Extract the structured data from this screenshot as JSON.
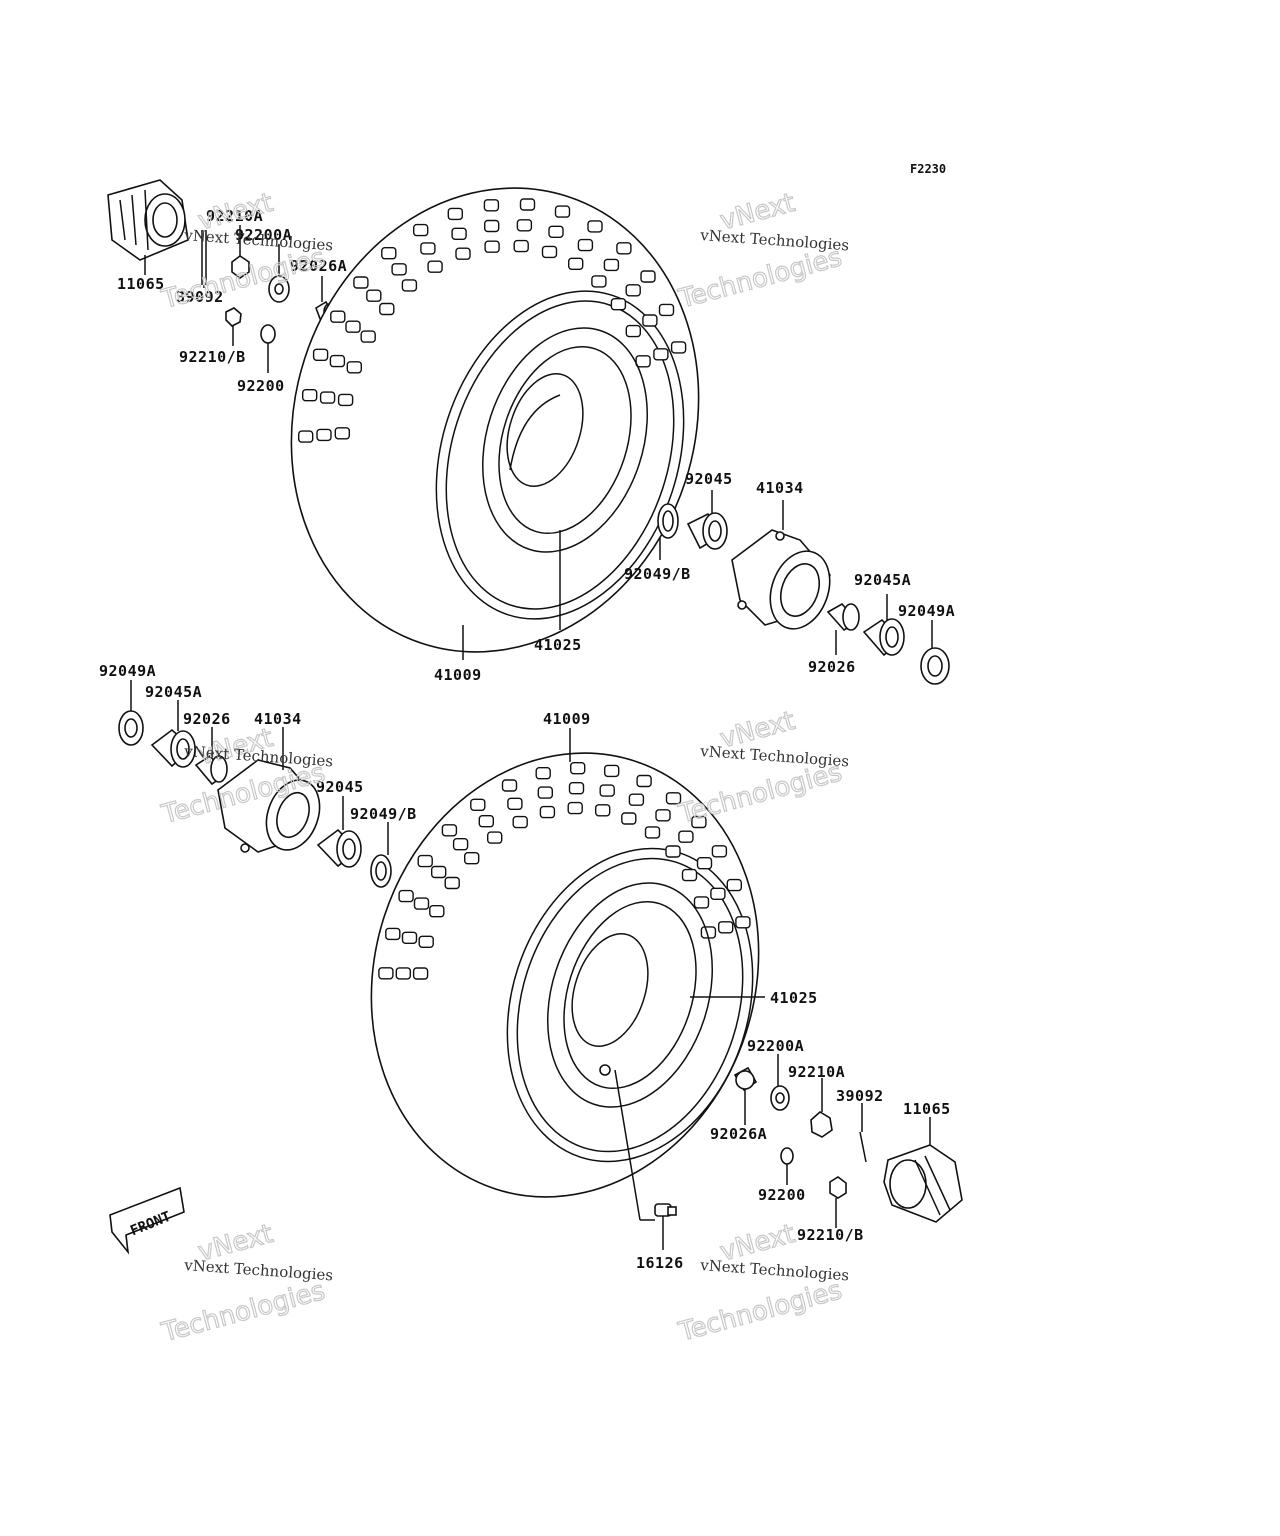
{
  "diagram_code": "F2230",
  "front_label": "FRONT",
  "watermark": {
    "line1": "vNext Technologies",
    "line2a": "vNext",
    "line2b": "Technologies"
  },
  "labels": {
    "upper": {
      "p11065": "11065",
      "p39092": "39092",
      "p92210A": "92210A",
      "p92200A": "92200A",
      "p92026A": "92026A",
      "p92210B": "92210/B",
      "p92200": "92200",
      "p41009": "41009",
      "p41025": "41025",
      "p92045": "92045",
      "p41034": "41034",
      "p92049B": "92049/B",
      "p92045A": "92045A",
      "p92049A": "92049A",
      "p92026": "92026"
    },
    "lower": {
      "p92049A": "92049A",
      "p92045A": "92045A",
      "p92026": "92026",
      "p41034": "41034",
      "p92045": "92045",
      "p92049B": "92049/B",
      "p41009": "41009",
      "p41025": "41025",
      "p92200A": "92200A",
      "p92210A": "92210A",
      "p39092": "39092",
      "p11065": "11065",
      "p92026A": "92026A",
      "p92200": "92200",
      "p92210B": "92210/B",
      "p16126": "16126"
    }
  }
}
